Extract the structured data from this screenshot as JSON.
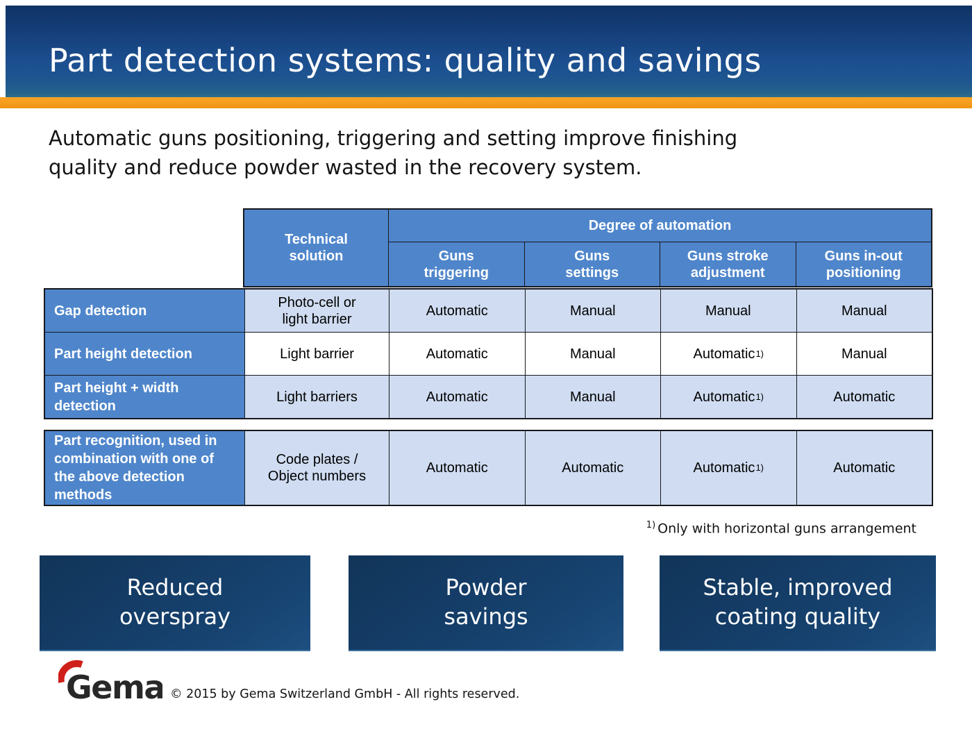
{
  "slide": {
    "title": "Part detection systems: quality and savings",
    "intro": "Automatic guns positioning, triggering and setting improve finishing\nquality and reduce powder wasted in the recovery system."
  },
  "table": {
    "corner_header": "Technical\nsolution",
    "group_header": "Degree of automation",
    "col_headers": [
      "Guns\ntriggering",
      "Guns\nsettings",
      "Guns stroke\nadjustment",
      "Guns in-out\npositioning"
    ],
    "rows": [
      {
        "label": "Gap detection",
        "solution": "Photo-cell or\nlight barrier",
        "triggering": "Automatic",
        "settings": "Manual",
        "adjustment": "Manual",
        "adjustment_sup": "",
        "positioning": "Manual"
      },
      {
        "label": "Part height detection",
        "solution": "Light barrier",
        "triggering": "Automatic",
        "settings": "Manual",
        "adjustment": "Automatic",
        "adjustment_sup": "1)",
        "positioning": "Manual"
      },
      {
        "label": "Part height + width detection",
        "solution": "Light barriers",
        "triggering": "Automatic",
        "settings": "Manual",
        "adjustment": "Automatic",
        "adjustment_sup": "1)",
        "positioning": "Automatic"
      },
      {
        "label": "Part recognition, used in combination with one of the above detection methods",
        "solution": "Code plates /\nObject numbers",
        "triggering": "Automatic",
        "settings": "Automatic",
        "adjustment": "Automatic",
        "adjustment_sup": "1)",
        "positioning": "Automatic"
      }
    ]
  },
  "footnote": {
    "marker": "1)",
    "text": "Only with horizontal guns arrangement"
  },
  "benefit_boxes": [
    "Reduced\noverspray",
    "Powder\nsavings",
    "Stable, improved\ncoating quality"
  ],
  "footer": {
    "logo_text": "Gema",
    "copyright": "© 2015 by Gema Switzerland GmbH - All rights reserved."
  },
  "colors": {
    "header_band_blue": "#1c4f90",
    "orange_bar": "#f59d1f",
    "table_header_blue": "#4f86cb",
    "table_light_blue": "#cfdcf1",
    "benefit_box_navy": "#143c66",
    "logo_red": "#cf1f1a"
  }
}
